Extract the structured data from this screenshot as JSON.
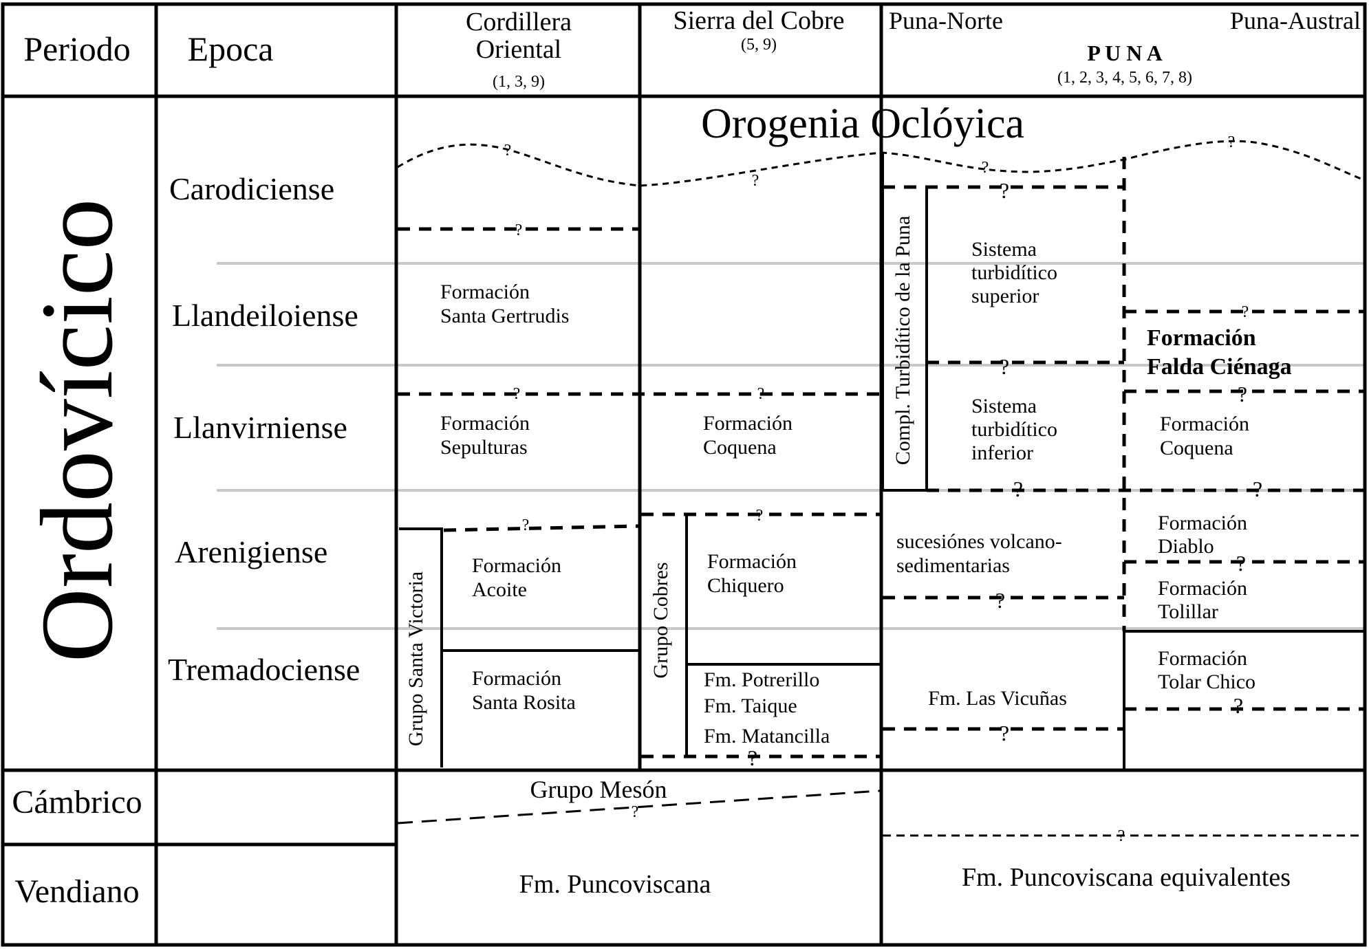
{
  "header": {
    "periodo": "Periodo",
    "epoca": "Epoca",
    "cordillera_1": "Cordillera",
    "cordillera_2": "Oriental",
    "cordillera_refs": "(1, 3, 9)",
    "sierra": "Sierra del Cobre",
    "sierra_refs": "(5, 9)",
    "puna_norte": "Puna-Norte",
    "puna_austral": "Puna-Austral",
    "puna": "P U N A",
    "puna_refs": "(1, 2, 3, 4, 5, 6, 7, 8)"
  },
  "periods": {
    "ordovicico": "Ordovícico",
    "cambrico": "Cámbrico",
    "vendiano": "Vendiano"
  },
  "epochs": {
    "carodiciense": "Carodiciense",
    "llandeiloiense": "Llandeiloiense",
    "llanvirniense": "Llanvirniense",
    "arenigiense": "Arenigiense",
    "tremadociense": "Tremadociense"
  },
  "orogeny": "Orogenia Oclóyica",
  "question": "?",
  "cordillera": {
    "gertrudis_1": "Formación",
    "gertrudis_2": "Santa Gertrudis",
    "sepulturas_1": "Formación",
    "sepulturas_2": "Sepulturas",
    "group_victoria": "Grupo Santa Victoria",
    "acoite_1": "Formación",
    "acoite_2": "Acoite",
    "rosita_1": "Formación",
    "rosita_2": "Santa Rosita"
  },
  "sierra_col": {
    "coquena_1": "Formación",
    "coquena_2": "Coquena",
    "group_cobres": "Grupo Cobres",
    "chiquero_1": "Formación",
    "chiquero_2": "Chiquero",
    "potrerillo": "Fm. Potrerillo",
    "taique": "Fm. Taique",
    "matancilla": "Fm. Matancilla"
  },
  "puna_col": {
    "complejo": "Compl. Turbidítico de la Puna",
    "superior_1": "Sistema",
    "superior_2": "turbidítico",
    "superior_3": "superior",
    "inferior_1": "Sistema",
    "inferior_2": "turbidítico",
    "inferior_3": "inferior",
    "volcano_1": "sucesiónes volcano-",
    "volcano_2": "sedimentarias",
    "vicunas": "Fm. Las Vicuñas",
    "falda_1": "Formación",
    "falda_2": "Falda Ciénaga",
    "coquena_1": "Formación",
    "coquena_2": "Coquena",
    "diablo_1": "Formación",
    "diablo_2": "Diablo",
    "tolillar_1": "Formación",
    "tolillar_2": "Tolillar",
    "tolar_1": "Formación",
    "tolar_2": "Tolar Chico"
  },
  "basement": {
    "meson": "Grupo Mesón",
    "puncoviscana": "Fm. Puncoviscana",
    "puncoviscana_eq": "Fm. Puncoviscana equivalentes"
  },
  "colors": {
    "line": "#000000",
    "guide": "#c8c8c8"
  }
}
